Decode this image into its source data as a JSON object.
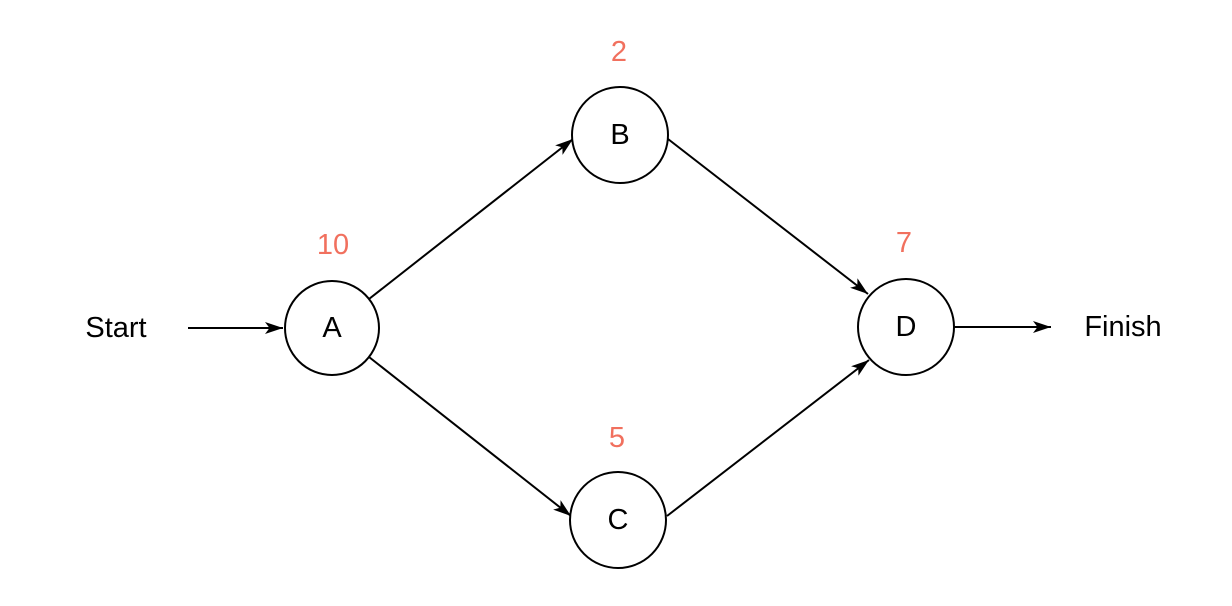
{
  "diagram": {
    "type": "activity-network",
    "background_color": "#ffffff",
    "stroke_color": "#000000",
    "node_fill_color": "#ffffff",
    "node_label_color": "#000000",
    "weight_label_color": "#F1705E",
    "start_label": "Start",
    "finish_label": "Finish",
    "nodes": [
      {
        "id": "A",
        "label": "A",
        "weight": "10"
      },
      {
        "id": "B",
        "label": "B",
        "weight": "2"
      },
      {
        "id": "C",
        "label": "C",
        "weight": "5"
      },
      {
        "id": "D",
        "label": "D",
        "weight": "7"
      }
    ],
    "edges": [
      {
        "from": "Start",
        "to": "A"
      },
      {
        "from": "A",
        "to": "B"
      },
      {
        "from": "A",
        "to": "C"
      },
      {
        "from": "B",
        "to": "D"
      },
      {
        "from": "C",
        "to": "D"
      },
      {
        "from": "D",
        "to": "Finish"
      }
    ]
  }
}
